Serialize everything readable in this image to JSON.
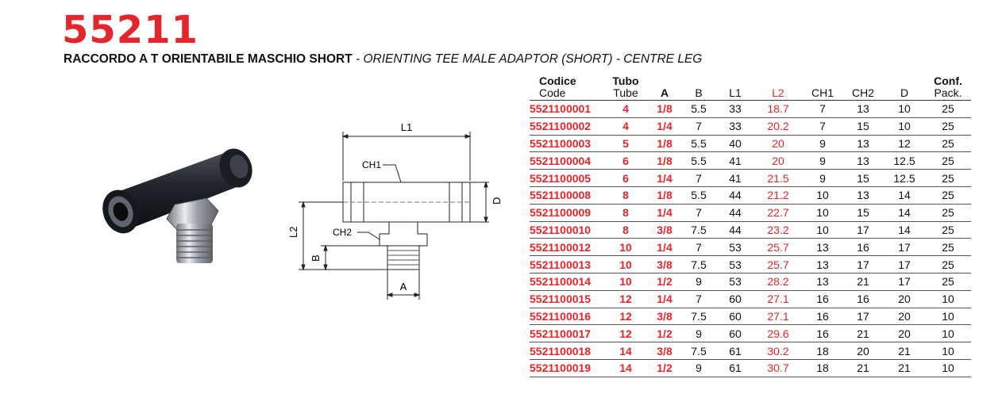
{
  "product": {
    "code": "55211",
    "name_it": "RACCORDO A T ORIENTABILE MASCHIO SHORT",
    "separator": " - ",
    "name_en": "ORIENTING TEE MALE ADAPTOR (SHORT) - CENTRE LEG"
  },
  "colors": {
    "accent": "#e3262b",
    "text": "#111111"
  },
  "drawing": {
    "labels": {
      "l1": "L1",
      "l2": "L2",
      "ch1": "CH1",
      "ch2": "CH2",
      "b": "B",
      "a": "A",
      "d": "D"
    }
  },
  "table": {
    "headers": {
      "code_top": "Codice",
      "code_bottom": "Code",
      "tube_top": "Tubo",
      "tube_bottom": "Tube",
      "a": "A",
      "b": "B",
      "l1": "L1",
      "l2": "L2",
      "ch1": "CH1",
      "ch2": "CH2",
      "d": "D",
      "pack_top": "Conf.",
      "pack_bottom": "Pack."
    },
    "rows": [
      [
        "5521100001",
        "4",
        "1/8",
        "5.5",
        "33",
        "18.7",
        "7",
        "13",
        "10",
        "25"
      ],
      [
        "5521100002",
        "4",
        "1/4",
        "7",
        "33",
        "20.2",
        "7",
        "15",
        "10",
        "25"
      ],
      [
        "5521100003",
        "5",
        "1/8",
        "5.5",
        "40",
        "20",
        "9",
        "13",
        "12",
        "25"
      ],
      [
        "5521100004",
        "6",
        "1/8",
        "5.5",
        "41",
        "20",
        "9",
        "13",
        "12.5",
        "25"
      ],
      [
        "5521100005",
        "6",
        "1/4",
        "7",
        "41",
        "21.5",
        "9",
        "15",
        "12.5",
        "25"
      ],
      [
        "5521100008",
        "8",
        "1/8",
        "5.5",
        "44",
        "21.2",
        "10",
        "13",
        "14",
        "25"
      ],
      [
        "5521100009",
        "8",
        "1/4",
        "7",
        "44",
        "22.7",
        "10",
        "15",
        "14",
        "25"
      ],
      [
        "5521100010",
        "8",
        "3/8",
        "7.5",
        "44",
        "23.2",
        "10",
        "17",
        "14",
        "25"
      ],
      [
        "5521100012",
        "10",
        "1/4",
        "7",
        "53",
        "25.7",
        "13",
        "16",
        "17",
        "25"
      ],
      [
        "5521100013",
        "10",
        "3/8",
        "7.5",
        "53",
        "25.7",
        "13",
        "17",
        "17",
        "25"
      ],
      [
        "5521100014",
        "10",
        "1/2",
        "9",
        "53",
        "28.2",
        "13",
        "21",
        "17",
        "25"
      ],
      [
        "5521100015",
        "12",
        "1/4",
        "7",
        "60",
        "27.1",
        "16",
        "16",
        "20",
        "10"
      ],
      [
        "5521100016",
        "12",
        "3/8",
        "7.5",
        "60",
        "27.1",
        "16",
        "17",
        "20",
        "10"
      ],
      [
        "5521100017",
        "12",
        "1/2",
        "9",
        "60",
        "29.6",
        "16",
        "21",
        "20",
        "10"
      ],
      [
        "5521100018",
        "14",
        "3/8",
        "7.5",
        "61",
        "30.2",
        "18",
        "20",
        "21",
        "10"
      ],
      [
        "5521100019",
        "14",
        "1/2",
        "9",
        "61",
        "30.7",
        "18",
        "21",
        "21",
        "10"
      ]
    ]
  }
}
